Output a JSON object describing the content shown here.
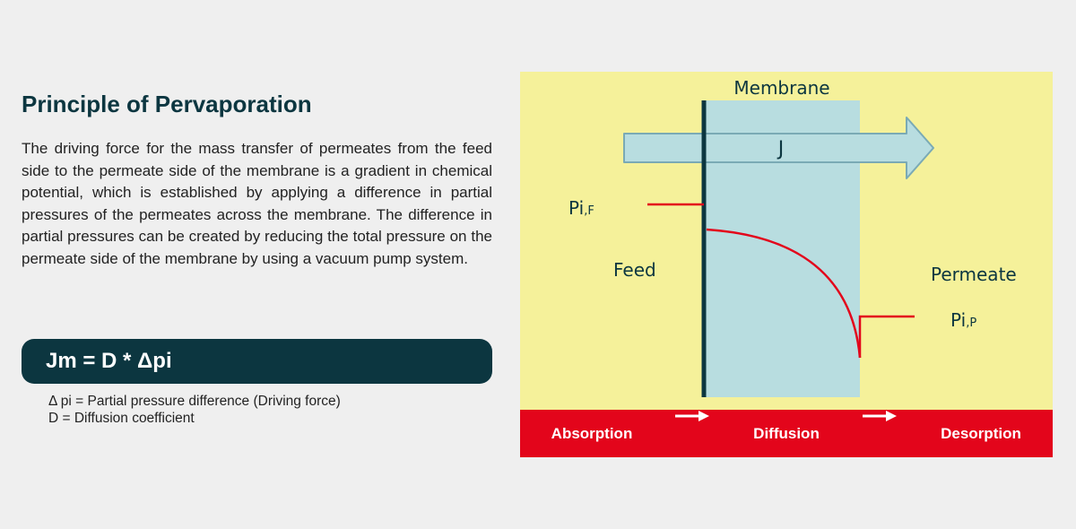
{
  "title": "Principle of Pervaporation",
  "description": "The driving force for the mass transfer of permeates from the feed side to the permeate side of the membrane is a gradient in chemical potential, which is established by applying a differ­ence in partial pressures of the permeates across the mem­brane. The difference in partial pressures can be created by re­ducing the total pressure on the permeate side of the mem­brane by using a vacuum pump system.",
  "formula": "Jm = D * Δpi",
  "legend": [
    "Δ pi = Partial pressure difference (Driving force)",
    "D = Diffusion coefficient"
  ],
  "diagram": {
    "membrane_label": "Membrane",
    "flux_label": "J",
    "feed_label": "Feed",
    "permeate_label": "Permeate",
    "pressure_feed": {
      "base": "Pi",
      "sub": ",F"
    },
    "pressure_permeate": {
      "base": "Pi",
      "sub": ",P"
    },
    "stages": [
      "Absorption",
      "Diffusion",
      "Desorption"
    ],
    "colors": {
      "background": "#f5f19a",
      "membrane": "#b8dde0",
      "membrane_edge": "#0c3640",
      "pressure_curve": "#e3051b",
      "stage_bar": "#e3051b"
    }
  }
}
